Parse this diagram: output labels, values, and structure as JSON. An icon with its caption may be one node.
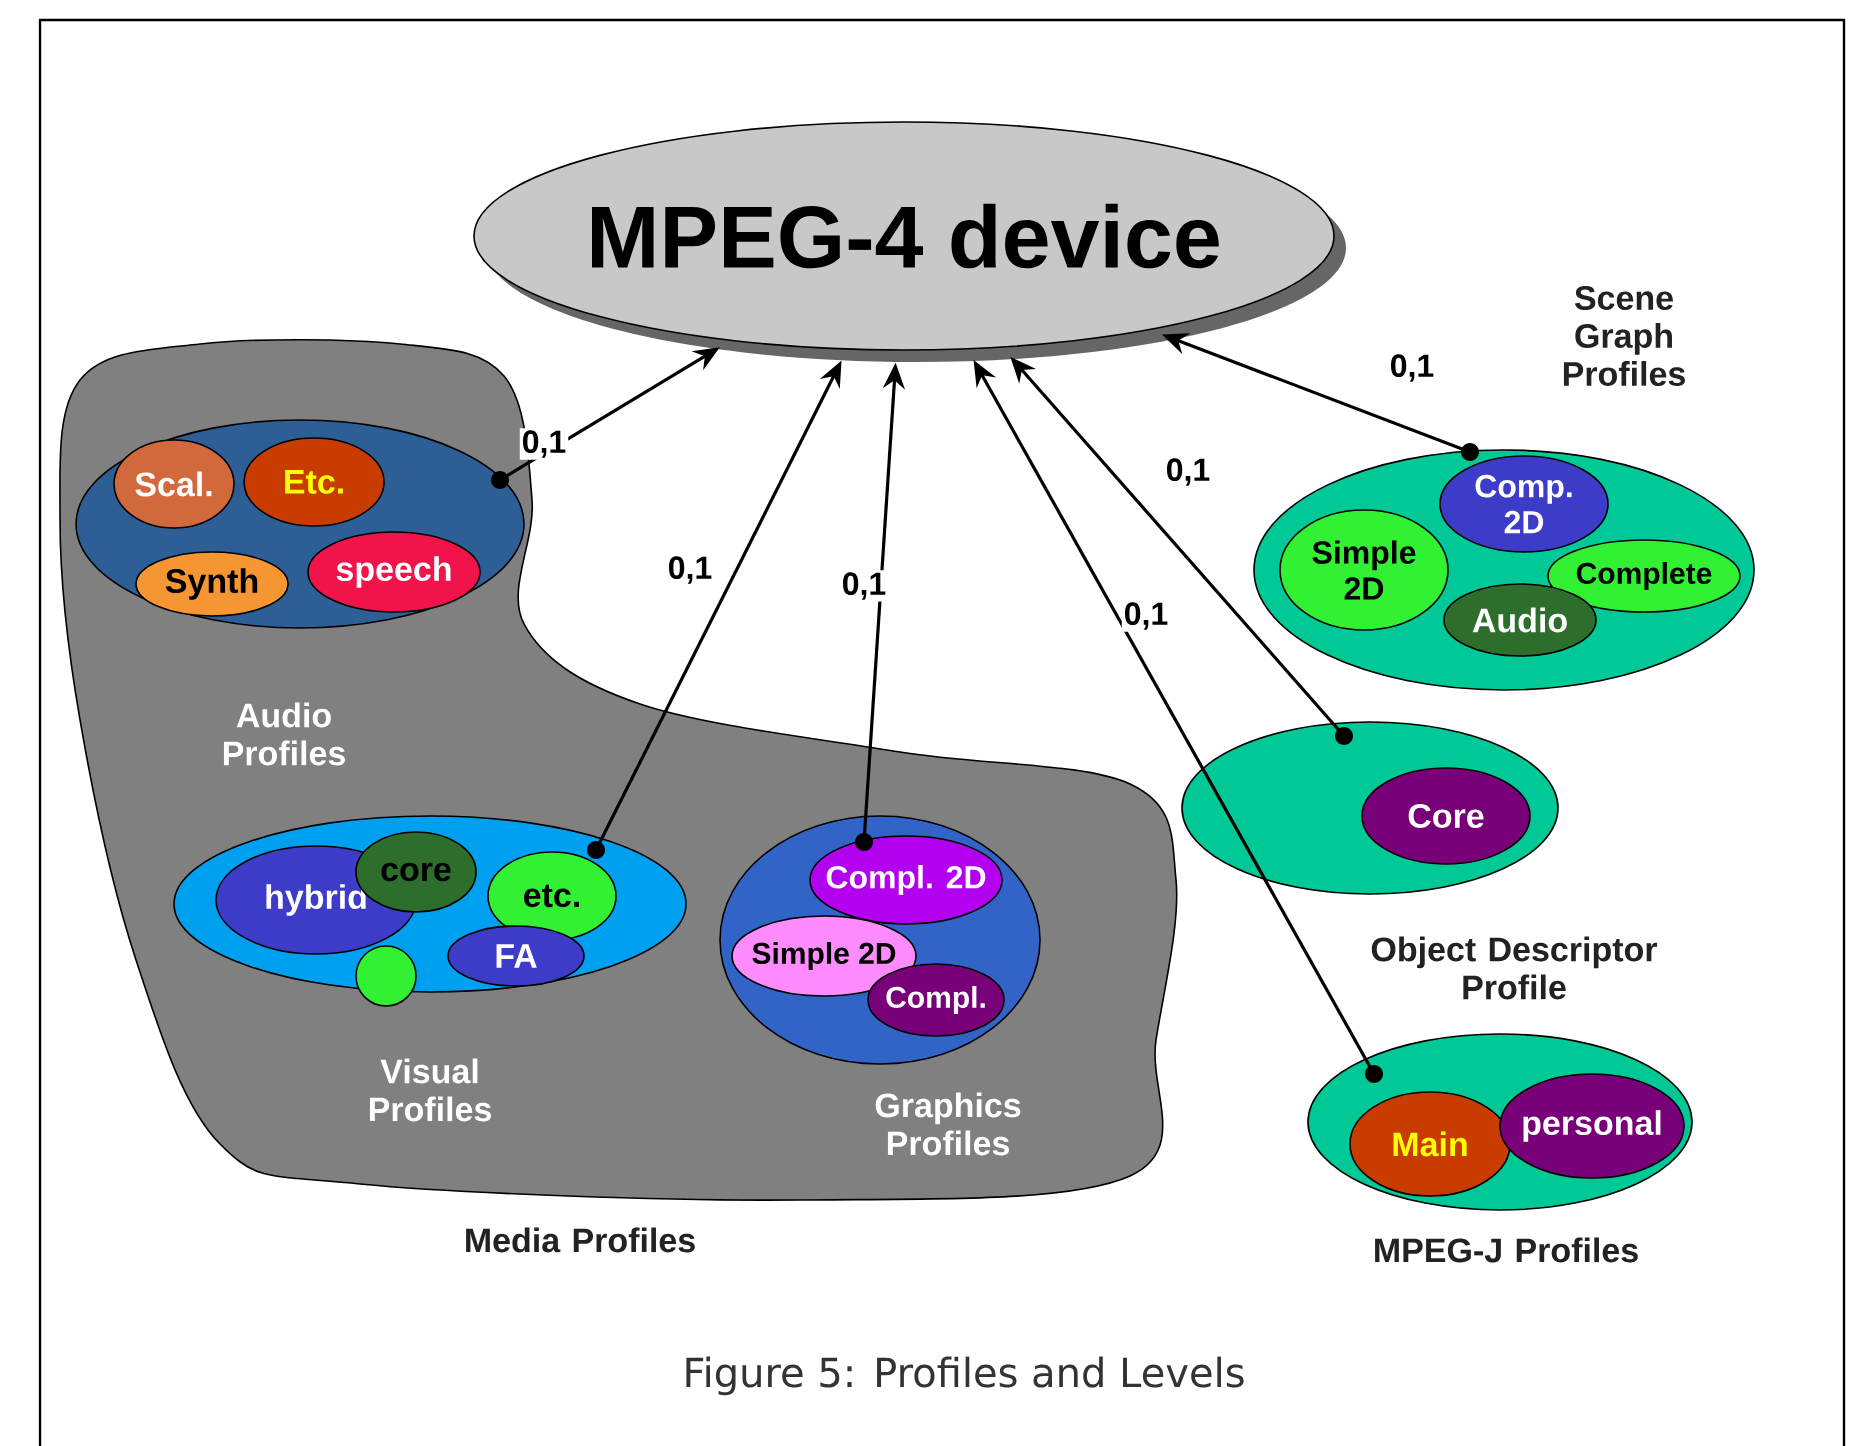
{
  "diagram": {
    "caption": "Figure 5: Profiles and Levels",
    "nodes": [
      {
        "text": [
          "MPEG-4 device"
        ]
      },
      {
        "text": [
          "Media Profiles"
        ]
      },
      {
        "text": [
          "Audio Profiles"
        ],
        "in": 1
      },
      {
        "text": [
          "Scal."
        ],
        "in": 2
      },
      {
        "text": [
          "Etc."
        ],
        "in": 2
      },
      {
        "text": [
          "Synth"
        ],
        "in": 2
      },
      {
        "text": [
          "speech"
        ],
        "in": 2
      },
      {
        "text": [
          "Visual Profiles"
        ],
        "in": 1
      },
      {
        "text": [
          "hybrid"
        ],
        "in": 7
      },
      {
        "text": [
          "core"
        ],
        "in": 7
      },
      {
        "text": [
          "etc."
        ],
        "in": 7
      },
      {
        "text": [
          "FA"
        ],
        "in": 7
      },
      {
        "text": [],
        "shape": "circle",
        "in": 7
      },
      {
        "text": [
          "Graphics Profiles"
        ],
        "in": 1
      },
      {
        "text": [
          "Compl. 2D"
        ],
        "in": 13
      },
      {
        "text": [
          "Simple 2D"
        ],
        "in": 13
      },
      {
        "text": [
          "Compl."
        ],
        "in": 13
      },
      {
        "text": [
          "Scene Graph Profiles"
        ]
      },
      {
        "text": [
          "Comp. 2D"
        ],
        "in": 17
      },
      {
        "text": [
          "Simple 2D"
        ],
        "in": 17
      },
      {
        "text": [
          "Complete"
        ],
        "in": 17
      },
      {
        "text": [
          "Audio"
        ],
        "in": 17
      },
      {
        "text": [
          "Object Descriptor Profile"
        ]
      },
      {
        "text": [
          "Core"
        ],
        "in": 22
      },
      {
        "text": [
          "MPEG-J Profiles"
        ]
      },
      {
        "text": [
          "Main"
        ],
        "in": 24
      },
      {
        "text": [
          "personal"
        ],
        "in": 24
      }
    ],
    "edges": [
      {
        "from": 2,
        "to": 0,
        "arrow": "to",
        "label": "0,1"
      },
      {
        "from": 10,
        "to": 0,
        "arrow": "to",
        "label": "0,1"
      },
      {
        "from": 14,
        "to": 0,
        "arrow": "to",
        "label": "0,1"
      },
      {
        "from": 24,
        "to": 0,
        "arrow": "to",
        "label": "0,1"
      },
      {
        "from": 22,
        "to": 0,
        "arrow": "to",
        "label": "0,1"
      },
      {
        "from": 17,
        "to": 0,
        "arrow": "to",
        "label": "0,1"
      }
    ]
  }
}
